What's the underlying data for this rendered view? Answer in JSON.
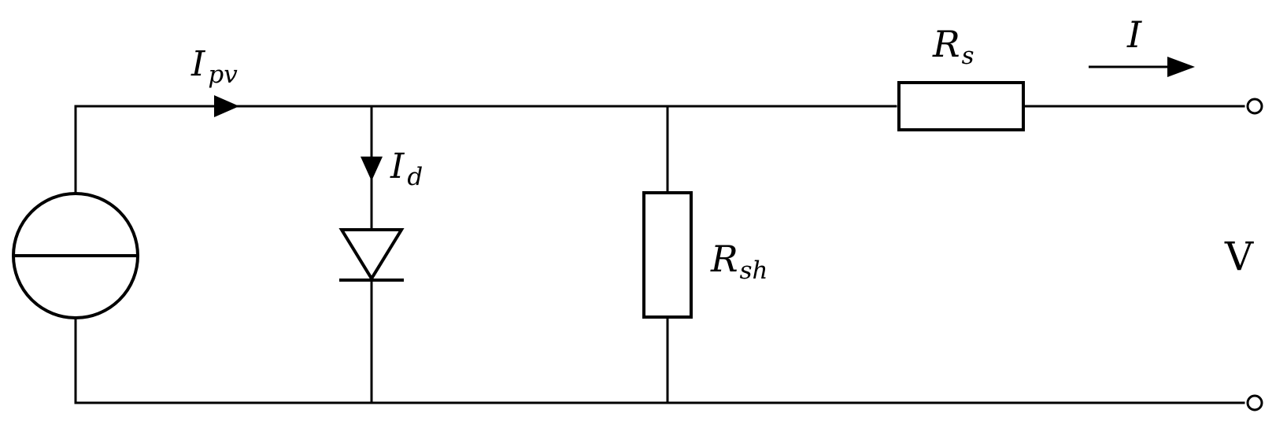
{
  "labels": {
    "ipv_main": "I",
    "ipv_sub": "pv",
    "id_main": "I",
    "id_sub": "d",
    "rs_main": "R",
    "rs_sub": "s",
    "rsh_main": "R",
    "rsh_sub": "sh",
    "i_main": "I",
    "v": "V"
  }
}
